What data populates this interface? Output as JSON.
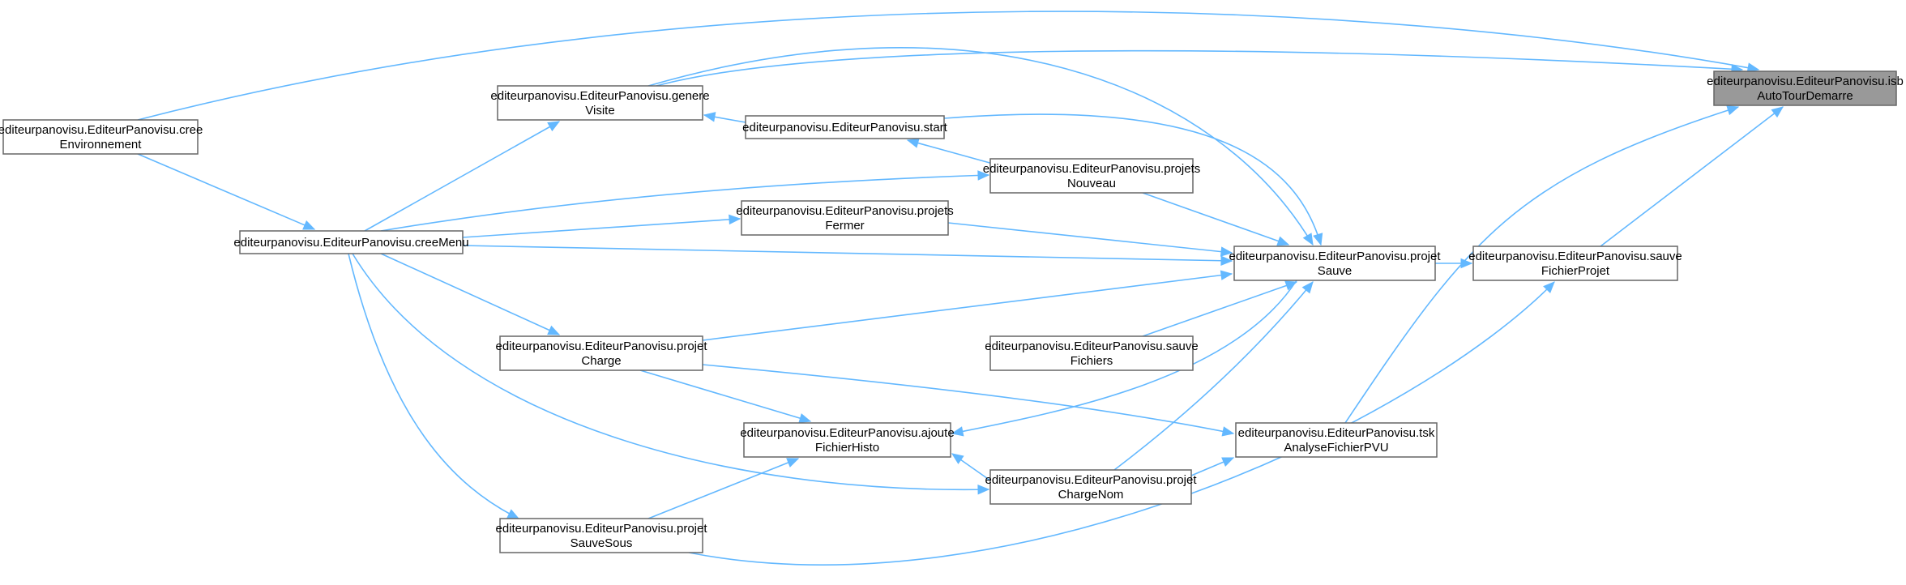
{
  "colors": {
    "edge": "#63b8ff",
    "node_border": "#666666",
    "node_fill": "#ffffff",
    "highlight_fill": "#999999",
    "text": "#000000"
  },
  "nodes": [
    {
      "id": "isbAutoTourDemarre",
      "line1": "editeurpanovisu.EditeurPanovisu.isb",
      "line2": "AutoTourDemarre",
      "highlight": true
    },
    {
      "id": "creeEnvironnement",
      "line1": "editeurpanovisu.EditeurPanovisu.cree",
      "line2": "Environnement"
    },
    {
      "id": "genereVisite",
      "line1": "editeurpanovisu.EditeurPanovisu.genere",
      "line2": "Visite"
    },
    {
      "id": "start",
      "line1": "editeurpanovisu.EditeurPanovisu.start",
      "line2": ""
    },
    {
      "id": "projetsNouveau",
      "line1": "editeurpanovisu.EditeurPanovisu.projets",
      "line2": "Nouveau"
    },
    {
      "id": "creeMenu",
      "line1": "editeurpanovisu.EditeurPanovisu.creeMenu",
      "line2": ""
    },
    {
      "id": "projetsFermer",
      "line1": "editeurpanovisu.EditeurPanovisu.projets",
      "line2": "Fermer"
    },
    {
      "id": "projetSauve",
      "line1": "editeurpanovisu.EditeurPanovisu.projet",
      "line2": "Sauve"
    },
    {
      "id": "sauveFichierProjet",
      "line1": "editeurpanovisu.EditeurPanovisu.sauve",
      "line2": "FichierProjet"
    },
    {
      "id": "projetCharge",
      "line1": "editeurpanovisu.EditeurPanovisu.projet",
      "line2": "Charge"
    },
    {
      "id": "sauveFichiers",
      "line1": "editeurpanovisu.EditeurPanovisu.sauve",
      "line2": "Fichiers"
    },
    {
      "id": "ajouteFichierHisto",
      "line1": "editeurpanovisu.EditeurPanovisu.ajoute",
      "line2": "FichierHisto"
    },
    {
      "id": "tskAnalyseFichierPVU",
      "line1": "editeurpanovisu.EditeurPanovisu.tsk",
      "line2": "AnalyseFichierPVU"
    },
    {
      "id": "projetChargeNom",
      "line1": "editeurpanovisu.EditeurPanovisu.projet",
      "line2": "ChargeNom"
    },
    {
      "id": "projetSauveSous",
      "line1": "editeurpanovisu.EditeurPanovisu.projet",
      "line2": "SauveSous"
    }
  ],
  "edges": [
    {
      "from": "creeEnvironnement",
      "to": "isbAutoTourDemarre"
    },
    {
      "from": "creeEnvironnement",
      "to": "creeMenu"
    },
    {
      "from": "genereVisite",
      "to": "isbAutoTourDemarre"
    },
    {
      "from": "genereVisite",
      "to": "projetSauve"
    },
    {
      "from": "start",
      "to": "genereVisite"
    },
    {
      "from": "start",
      "to": "projetSauve"
    },
    {
      "from": "projetsNouveau",
      "to": "start"
    },
    {
      "from": "projetsNouveau",
      "to": "projetSauve"
    },
    {
      "from": "creeMenu",
      "to": "genereVisite"
    },
    {
      "from": "creeMenu",
      "to": "projetsNouveau"
    },
    {
      "from": "creeMenu",
      "to": "projetsFermer"
    },
    {
      "from": "creeMenu",
      "to": "projetSauve"
    },
    {
      "from": "creeMenu",
      "to": "projetCharge"
    },
    {
      "from": "creeMenu",
      "to": "projetChargeNom"
    },
    {
      "from": "creeMenu",
      "to": "projetSauveSous"
    },
    {
      "from": "projetsFermer",
      "to": "projetSauve"
    },
    {
      "from": "projetSauve",
      "to": "sauveFichierProjet"
    },
    {
      "from": "projetSauve",
      "to": "ajouteFichierHisto"
    },
    {
      "from": "sauveFichierProjet",
      "to": "isbAutoTourDemarre"
    },
    {
      "from": "projetCharge",
      "to": "projetSauve"
    },
    {
      "from": "projetCharge",
      "to": "ajouteFichierHisto"
    },
    {
      "from": "projetCharge",
      "to": "tskAnalyseFichierPVU"
    },
    {
      "from": "sauveFichiers",
      "to": "projetSauve"
    },
    {
      "from": "tskAnalyseFichierPVU",
      "to": "isbAutoTourDemarre"
    },
    {
      "from": "projetChargeNom",
      "to": "projetSauve"
    },
    {
      "from": "projetChargeNom",
      "to": "ajouteFichierHisto"
    },
    {
      "from": "projetChargeNom",
      "to": "tskAnalyseFichierPVU"
    },
    {
      "from": "projetSauveSous",
      "to": "ajouteFichierHisto"
    },
    {
      "from": "projetSauveSous",
      "to": "sauveFichierProjet"
    }
  ]
}
